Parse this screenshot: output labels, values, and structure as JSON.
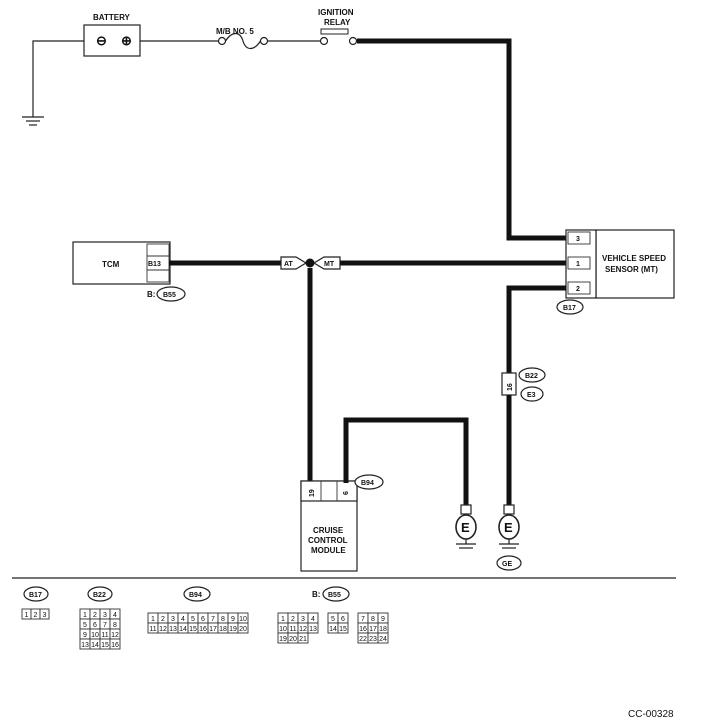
{
  "battery": {
    "label": "BATTERY",
    "neg": "⊖",
    "pos": "⊕"
  },
  "fuse": {
    "label": "M/B NO. 5"
  },
  "relay": {
    "line1": "IGNITION",
    "line2": "RELAY"
  },
  "tcm": {
    "label": "TCM",
    "pin": "B13",
    "connector_prefix": "B:",
    "connector": "B55"
  },
  "junction": {
    "left": "AT",
    "right": "MT"
  },
  "vss": {
    "line1": "VEHICLE SPEED",
    "line2": "SENSOR (MT)",
    "pins": [
      "3",
      "1",
      "2"
    ],
    "connector": "B17"
  },
  "inline_connector": {
    "pin": "16",
    "top": "B22",
    "bottom": "E3"
  },
  "ccm": {
    "line1": "CRUISE",
    "line2": "CONTROL",
    "line3": "MODULE",
    "pin_a": "19",
    "pin_b": "6",
    "connector": "B94"
  },
  "ground": {
    "symbol": "E",
    "label": "GE"
  },
  "legend": {
    "b17": {
      "tag": "B17",
      "pins": [
        "1",
        "2",
        "3"
      ]
    },
    "b22": {
      "tag": "B22",
      "rows": [
        [
          "1",
          "2",
          "3",
          "4"
        ],
        [
          "5",
          "6",
          "7",
          "8"
        ],
        [
          "9",
          "10",
          "11",
          "12"
        ],
        [
          "13",
          "14",
          "15",
          "16"
        ]
      ]
    },
    "b94": {
      "tag": "B94",
      "rows": [
        [
          "1",
          "2",
          "3",
          "4",
          "5",
          "6",
          "7",
          "8",
          "9",
          "10"
        ],
        [
          "11",
          "12",
          "13",
          "14",
          "15",
          "16",
          "17",
          "18",
          "19",
          "20"
        ]
      ]
    },
    "b55": {
      "prefix": "B:",
      "tag": "B55",
      "rows": [
        [
          "1",
          "2",
          "3",
          "4",
          "",
          "5",
          "6",
          "",
          "7",
          "8",
          "9"
        ],
        [
          "10",
          "11",
          "12",
          "13",
          "",
          "14",
          "15",
          "",
          "16",
          "17",
          "18"
        ],
        [
          "19",
          "20",
          "21",
          "",
          "",
          "",
          "",
          "",
          "22",
          "23",
          "24"
        ]
      ]
    }
  },
  "doc_code": "CC-00328"
}
